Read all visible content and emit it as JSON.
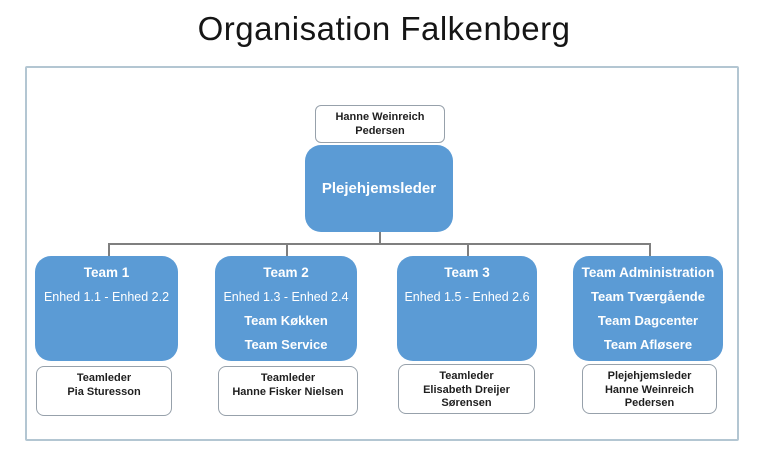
{
  "title": "Organisation Falkenberg",
  "colors": {
    "box_blue": "#5B9BD5",
    "connector": "#7f7f7f",
    "frame_border": "#b3c6d2",
    "white_box_border": "#97a1ab"
  },
  "top": {
    "person": "Hanne Weinreich Pedersen",
    "role": "Plejehjemsleder"
  },
  "teams": [
    {
      "name": "Team 1",
      "lines": [
        "Enhed 1.1 - Enhed 2.2"
      ],
      "leader_title": "Teamleder",
      "leader_name": "Pia Sturesson"
    },
    {
      "name": "Team 2",
      "lines": [
        "Enhed 1.3 - Enhed 2.4",
        "Team Køkken",
        "Team Service"
      ],
      "leader_title": "Teamleder",
      "leader_name": "Hanne Fisker Nielsen"
    },
    {
      "name": "Team 3",
      "lines": [
        "Enhed 1.5 - Enhed 2.6"
      ],
      "leader_title": "Teamleder",
      "leader_name": "Elisabeth Dreijer Sørensen"
    },
    {
      "name": "Team Administration",
      "lines": [
        "Team Tværgående",
        "Team Dagcenter",
        "Team Afløsere"
      ],
      "leader_title": "Plejehjemsleder",
      "leader_name": "Hanne Weinreich Pedersen"
    }
  ]
}
